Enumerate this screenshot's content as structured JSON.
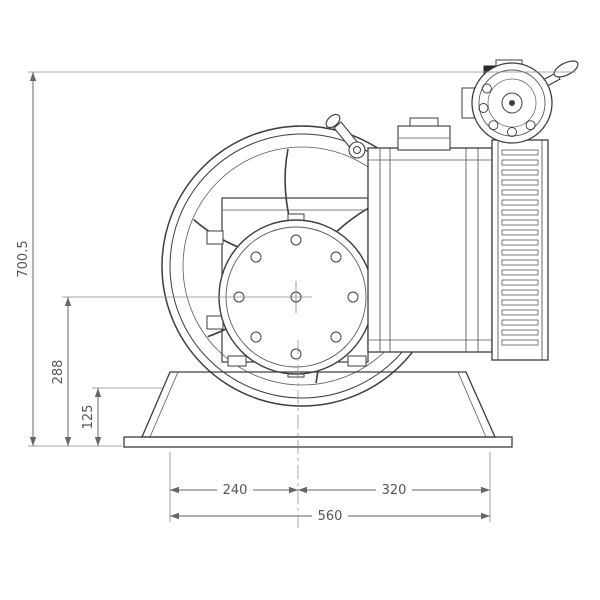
{
  "dimensions": {
    "overall_height": "700.5",
    "sheave_center_height": "288",
    "base_height": "125",
    "left_span": "240",
    "right_span": "320",
    "total_width": "560"
  },
  "colors": {
    "drawing_line": "#3d3d3d",
    "dimension_line": "#666666",
    "dimension_text": "#555555",
    "background": "#ffffff"
  }
}
